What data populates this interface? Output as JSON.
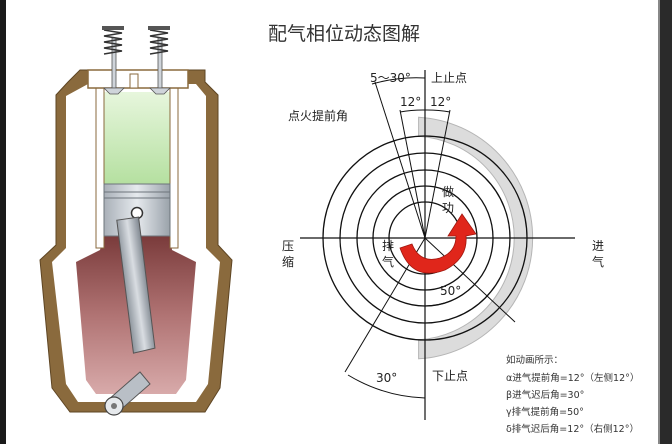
{
  "title": "配气相位动态图解",
  "labels": {
    "tdc": "上止点",
    "bdc": "下止点",
    "ignition_advance": "点火提前角",
    "range_5_30": "5～30°",
    "angle_12_left": "12°",
    "angle_12_right": "12°",
    "angle_50": "50°",
    "angle_30": "30°",
    "compression": [
      "压",
      "缩"
    ],
    "intake": [
      "进",
      "气"
    ],
    "exhaust": [
      "排",
      "气"
    ],
    "power": [
      "做",
      "功"
    ]
  },
  "notes": {
    "heading": "如动画所示：",
    "lines": [
      "α进气提前角=12°（左侧12°）",
      "β进气迟后角=30°",
      "γ排气提前角=50°",
      "δ排气迟后角=12°（右侧12°）"
    ]
  },
  "colors": {
    "piston_chamber_top": "#c9e9b8",
    "crankcase": "#8f4a4a",
    "engine_wall": "#8a6a3d",
    "arc_band": "#dcdcdc",
    "rotation_arrow": "#e0261b"
  },
  "icons": {
    "valve_springs": "spring-icon",
    "piston_pin": "circle-icon"
  }
}
